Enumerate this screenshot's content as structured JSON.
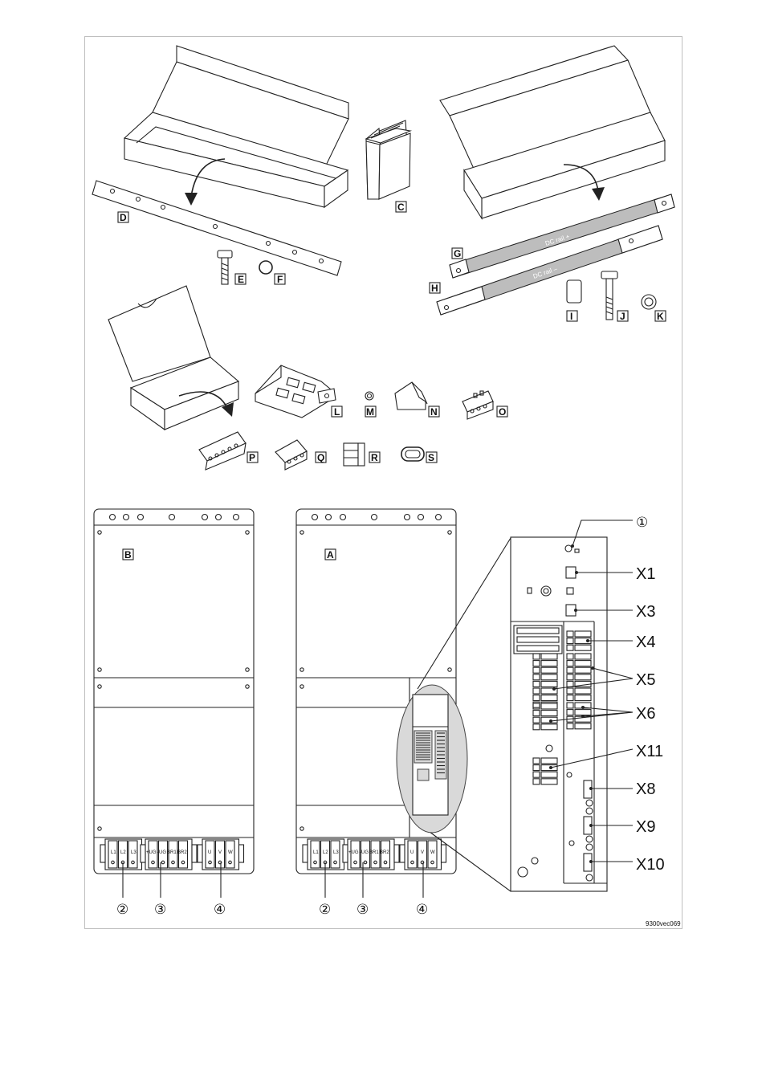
{
  "parts": {
    "A": "A",
    "B": "B",
    "C": "C",
    "D": "D",
    "E": "E",
    "F": "F",
    "G": "G",
    "H": "H",
    "I": "I",
    "J": "J",
    "K": "K",
    "L": "L",
    "M": "M",
    "N": "N",
    "O": "O",
    "P": "P",
    "Q": "Q",
    "R": "R",
    "S": "S"
  },
  "rails": {
    "plus": "DC rail +",
    "minus": "DC rail –"
  },
  "terminals": {
    "mains": [
      "L1",
      "L2",
      "L3"
    ],
    "dc": [
      "+UG",
      "-UG",
      "BR1",
      "BR2"
    ],
    "motor": [
      "U",
      "V",
      "W"
    ]
  },
  "callouts": {
    "c1": "①",
    "c2": "②",
    "c3": "③",
    "c4": "④"
  },
  "connectors": [
    "X1",
    "X3",
    "X4",
    "X5",
    "X6",
    "X11",
    "X8",
    "X9",
    "X10"
  ],
  "figure_ref": "9300vec069"
}
